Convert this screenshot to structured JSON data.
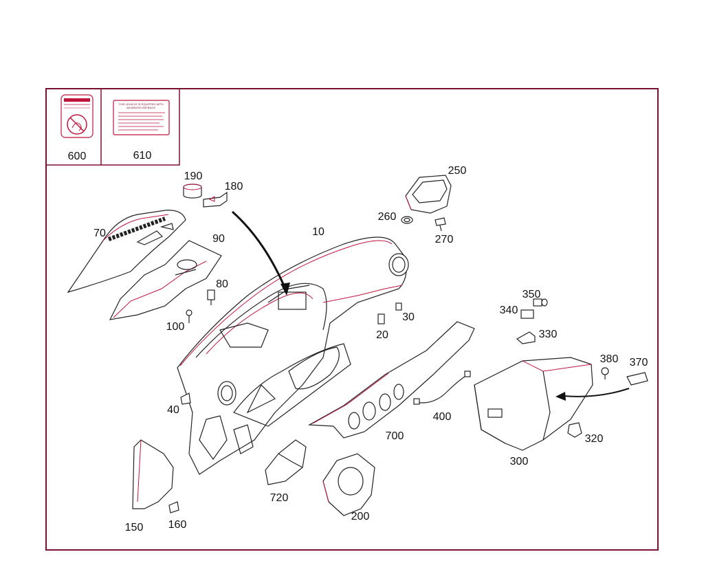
{
  "colors": {
    "frame": "#7a1030",
    "line": "#222222",
    "accent": "#c0143c"
  },
  "labels": {
    "600": "600",
    "610": "610",
    "10": "10",
    "20": "20",
    "30": "30",
    "40": "40",
    "70": "70",
    "80": "80",
    "90": "90",
    "100": "100",
    "150": "150",
    "160": "160",
    "180": "180",
    "190": "190",
    "200": "200",
    "250": "250",
    "260": "260",
    "270": "270",
    "300": "300",
    "320": "320",
    "330": "330",
    "340": "340",
    "350": "350",
    "370": "370",
    "380": "380",
    "400": "400",
    "700": "700",
    "720": "720"
  },
  "sticker_610": {
    "line1": "THIS VEHICLE IS EQUIPPED WITH",
    "line2": "ADVANCED AIR BAGS"
  }
}
